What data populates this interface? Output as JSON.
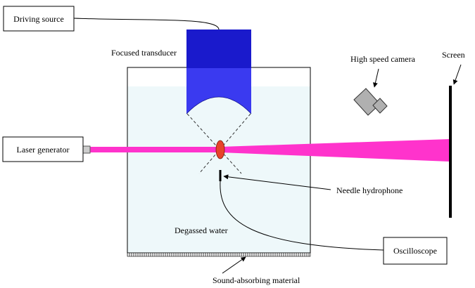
{
  "labels": {
    "driving_source": "Driving source",
    "focused_transducer": "Focused transducer",
    "high_speed_camera": "High speed camera",
    "screen": "Screen",
    "laser_generator": "Laser generator",
    "needle_hydrophone": "Needle hydrophone",
    "degassed_water": "Degassed water",
    "oscilloscope": "Oscilloscope",
    "sound_absorbing_material": "Sound-absorbing material"
  },
  "colors": {
    "transducer_blue": "#1a1acc",
    "transducer_light_blue": "#3a3af0",
    "water": "#eef8fa",
    "laser_beam": "#ff33cc",
    "bubble": "#e8432a",
    "camera_gray": "#b0b0b0"
  }
}
